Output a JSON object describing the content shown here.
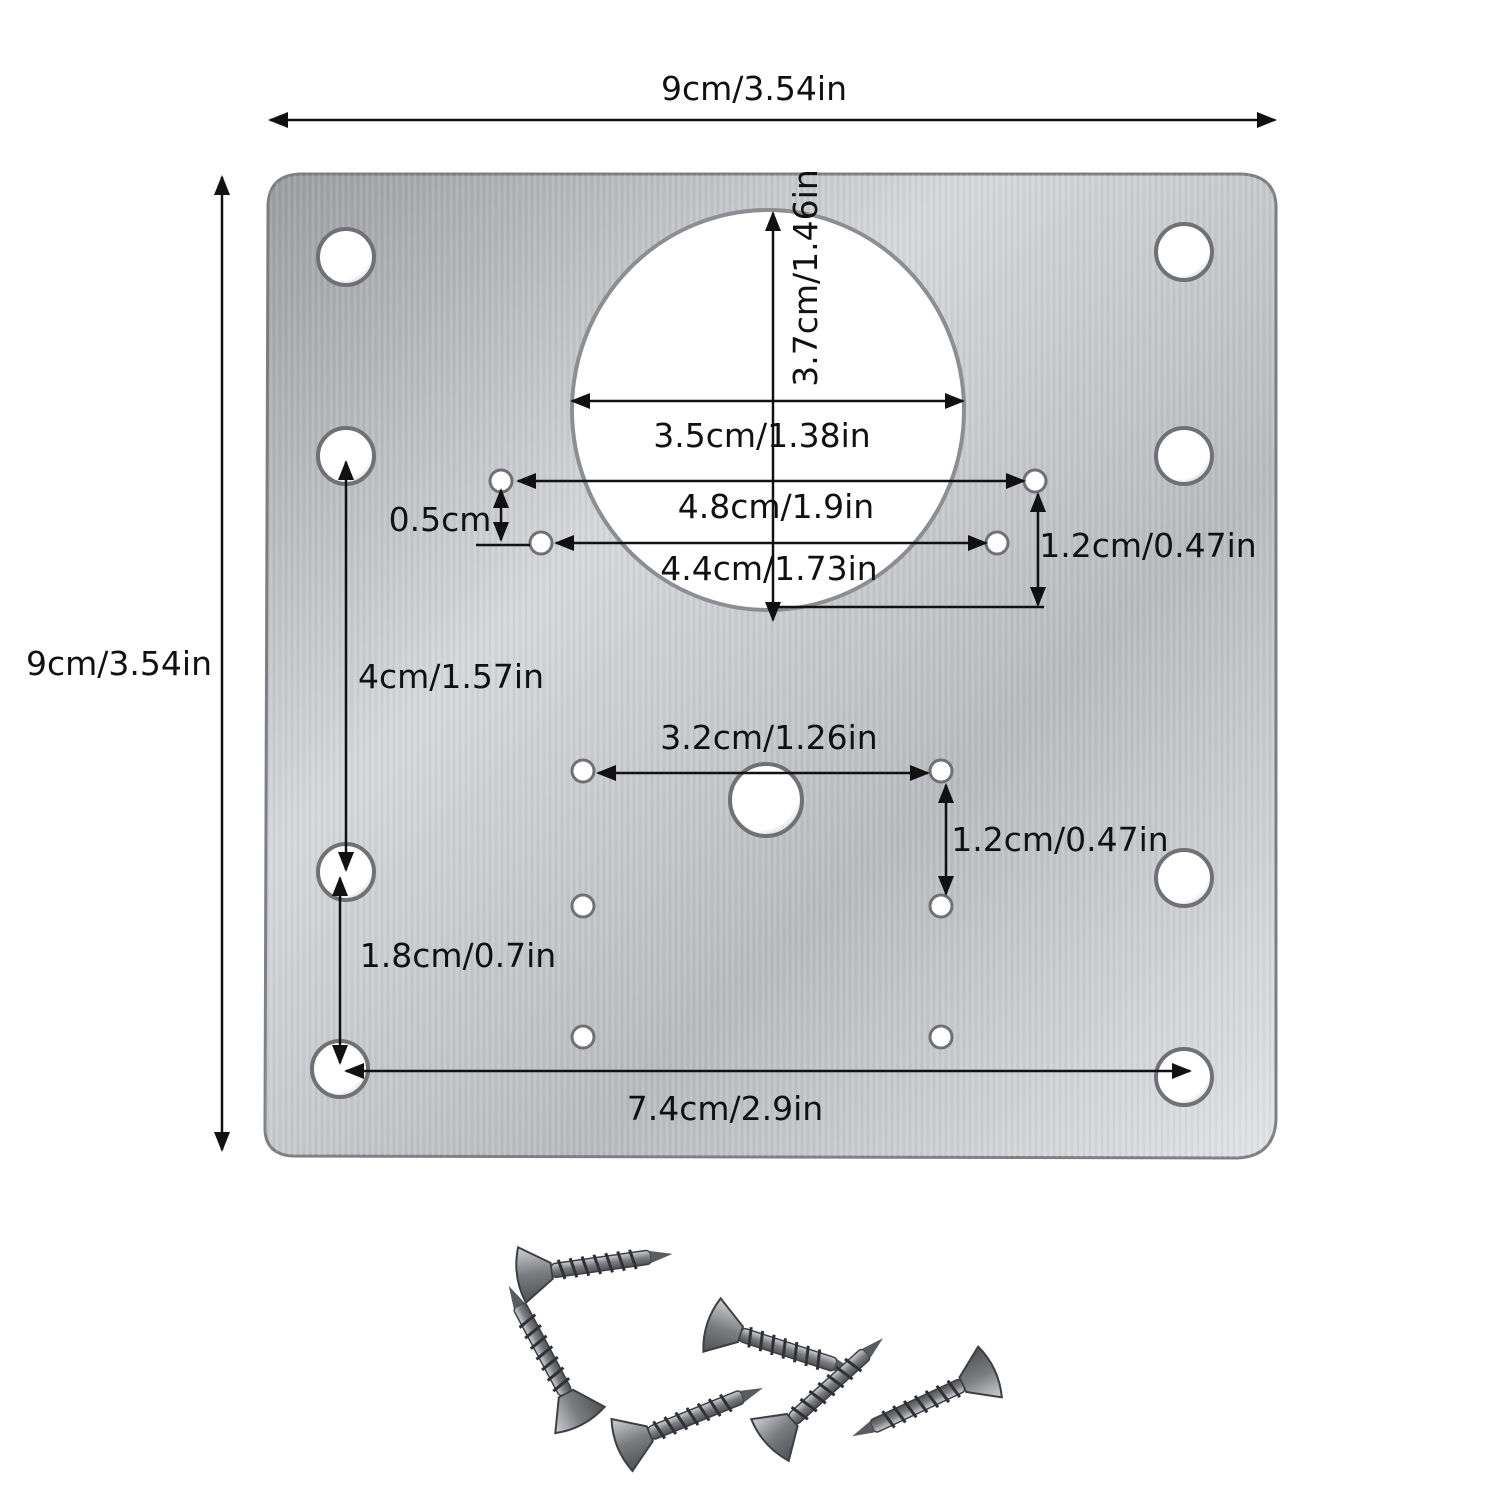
{
  "colors": {
    "plate_light": "#d9dadc",
    "plate_mid": "#b4b6b9",
    "plate_dark": "#8f9195",
    "line": "#111111",
    "screw": "#7b7d80"
  },
  "icons": [
    "hinge-repair-plate",
    "screw-icon"
  ],
  "dimensions": {
    "overall_width": "9cm/3.54in",
    "overall_height": "9cm/3.54in",
    "big_hole_height": "3.7cm/1.46in",
    "big_hole_width": "3.5cm/1.38in",
    "upper_hole_spacing": "4.8cm/1.9in",
    "hole_offset": "0.5cm",
    "lower_hole_spacing": "4.4cm/1.73in",
    "right_upper_offset": "1.2cm/0.47in",
    "left_vertical_spacing": "4cm/1.57in",
    "center_hole_spacing": "3.2cm/1.26in",
    "center_vertical_spacing": "1.2cm/0.47in",
    "corner_vertical_spacing": "1.8cm/0.7in",
    "bottom_hole_spacing": "7.4cm/2.9in"
  }
}
